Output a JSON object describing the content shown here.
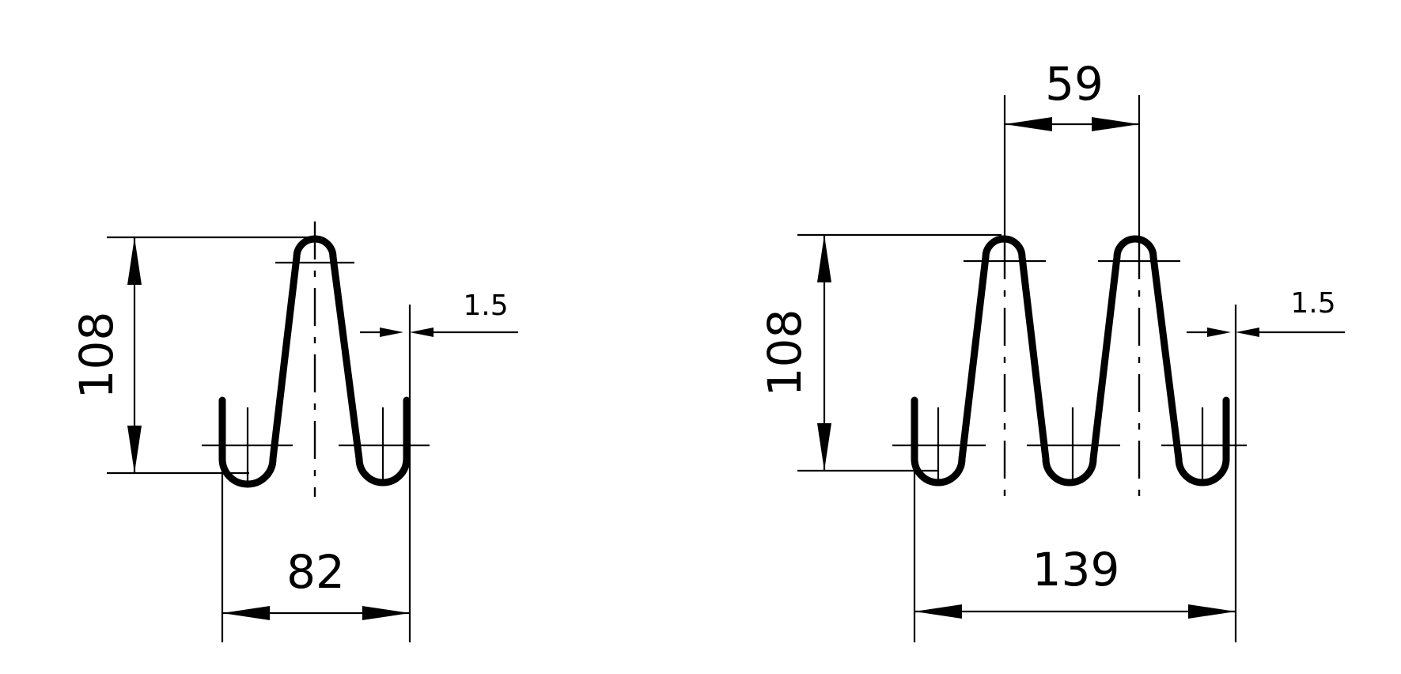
{
  "drawing": {
    "left_spring": {
      "height_dim": "108",
      "width_dim": "82",
      "wire_dim": "1.5"
    },
    "right_spring": {
      "height_dim": "108",
      "pitch_dim": "59",
      "width_dim": "139",
      "wire_dim": "1.5"
    }
  },
  "colors": {
    "line": "#000000",
    "background": "#ffffff"
  }
}
